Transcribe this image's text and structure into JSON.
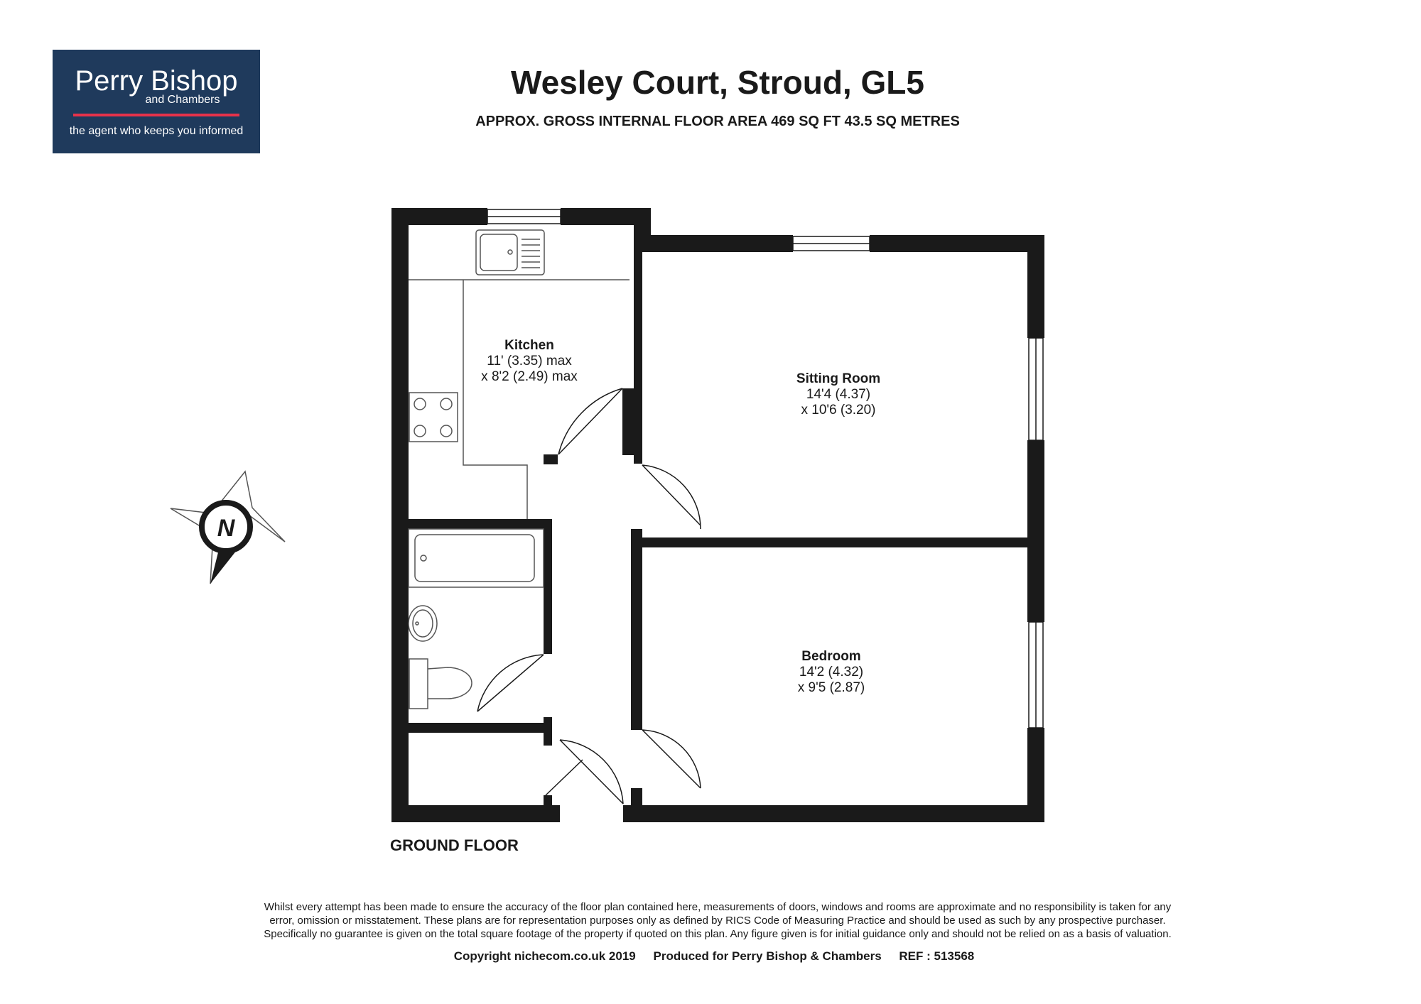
{
  "logo": {
    "name": "Perry Bishop",
    "sub": "and Chambers",
    "tagline": "the agent who keeps you informed",
    "background": "#1f3a5c",
    "accent": "#e8324a"
  },
  "header": {
    "title": "Wesley Court, Stroud, GL5",
    "subtitle": "APPROX. GROSS INTERNAL FLOOR AREA 469 SQ FT 43.5 SQ METRES"
  },
  "rooms": {
    "kitchen": {
      "name": "Kitchen",
      "dim1": "11' (3.35) max",
      "dim2": "x 8'2 (2.49) max"
    },
    "sitting": {
      "name": "Sitting Room",
      "dim1": "14'4 (4.37)",
      "dim2": "x 10'6 (3.20)"
    },
    "bedroom": {
      "name": "Bedroom",
      "dim1": "14'2 (4.32)",
      "dim2": "x 9'5 (2.87)"
    }
  },
  "compass": {
    "label": "N",
    "icon": "north-compass-icon"
  },
  "floor_label": "GROUND FLOOR",
  "footer": {
    "disclaimer_1": "Whilst every attempt has been made to ensure the accuracy of the floor plan contained here, measurements of doors, windows and rooms are approximate and no responsibility is taken for any",
    "disclaimer_2": "error, omission or misstatement. These plans are for representation purposes only as defined by RICS Code of Measuring Practice and should be used as such by any prospective purchaser.",
    "disclaimer_3": "Specifically no guarantee is given on the total square footage of the property if quoted on this plan. Any figure given is for initial guidance only and should not be relied on as a basis of valuation.",
    "copyright": "Copyright nichecom.co.uk 2019",
    "produced_for": "Produced for Perry Bishop & Chambers",
    "ref": "REF :  513568"
  },
  "colors": {
    "wall": "#1a1a1a",
    "fixture": "#555555"
  }
}
